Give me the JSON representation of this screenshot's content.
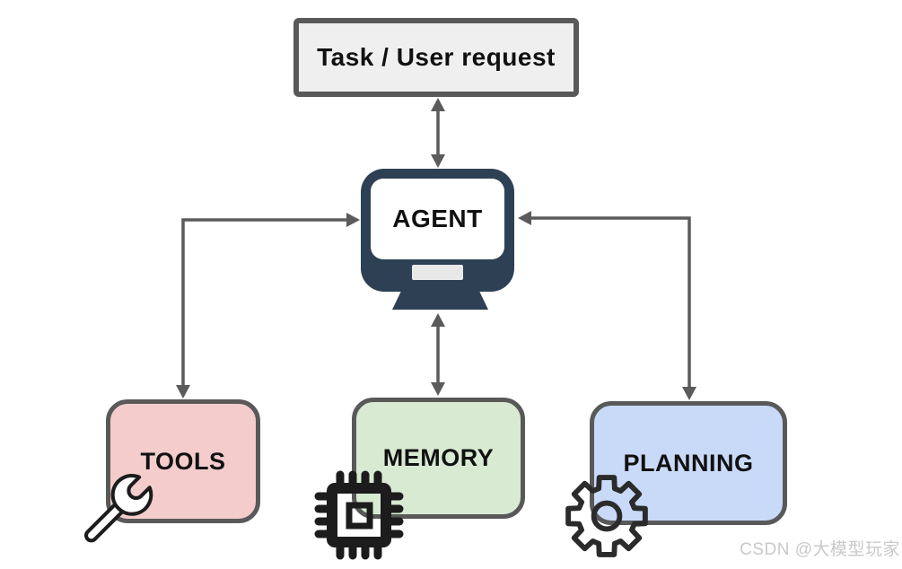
{
  "diagram": {
    "task_box": {
      "label": "Task / User request"
    },
    "agent": {
      "label": "AGENT"
    },
    "nodes": [
      {
        "id": "tools",
        "label": "TOOLS",
        "fill": "#f4cccc",
        "icon": "wrench-icon"
      },
      {
        "id": "memory",
        "label": "MEMORY",
        "fill": "#d9ead3",
        "icon": "chip-icon"
      },
      {
        "id": "planning",
        "label": "PLANNING",
        "fill": "#c9daf8",
        "icon": "gear-icon"
      }
    ],
    "connectors": [
      {
        "from": "task_box",
        "to": "agent",
        "style": "vertical-double-arrow"
      },
      {
        "from": "agent",
        "to": "memory",
        "style": "vertical-double-arrow"
      },
      {
        "from": "tools",
        "to": "agent",
        "style": "elbow-double-arrow"
      },
      {
        "from": "planning",
        "to": "agent",
        "style": "elbow-double-arrow"
      }
    ],
    "colors": {
      "border": "#595959",
      "arrow": "#5b5b5b",
      "monitor": "#2e4154",
      "taskbg": "#efefef",
      "slot": "#e8e8e8",
      "icon": "#1c1c1c",
      "label": "#111111"
    }
  },
  "watermark": {
    "text": "CSDN @大模型玩家"
  }
}
